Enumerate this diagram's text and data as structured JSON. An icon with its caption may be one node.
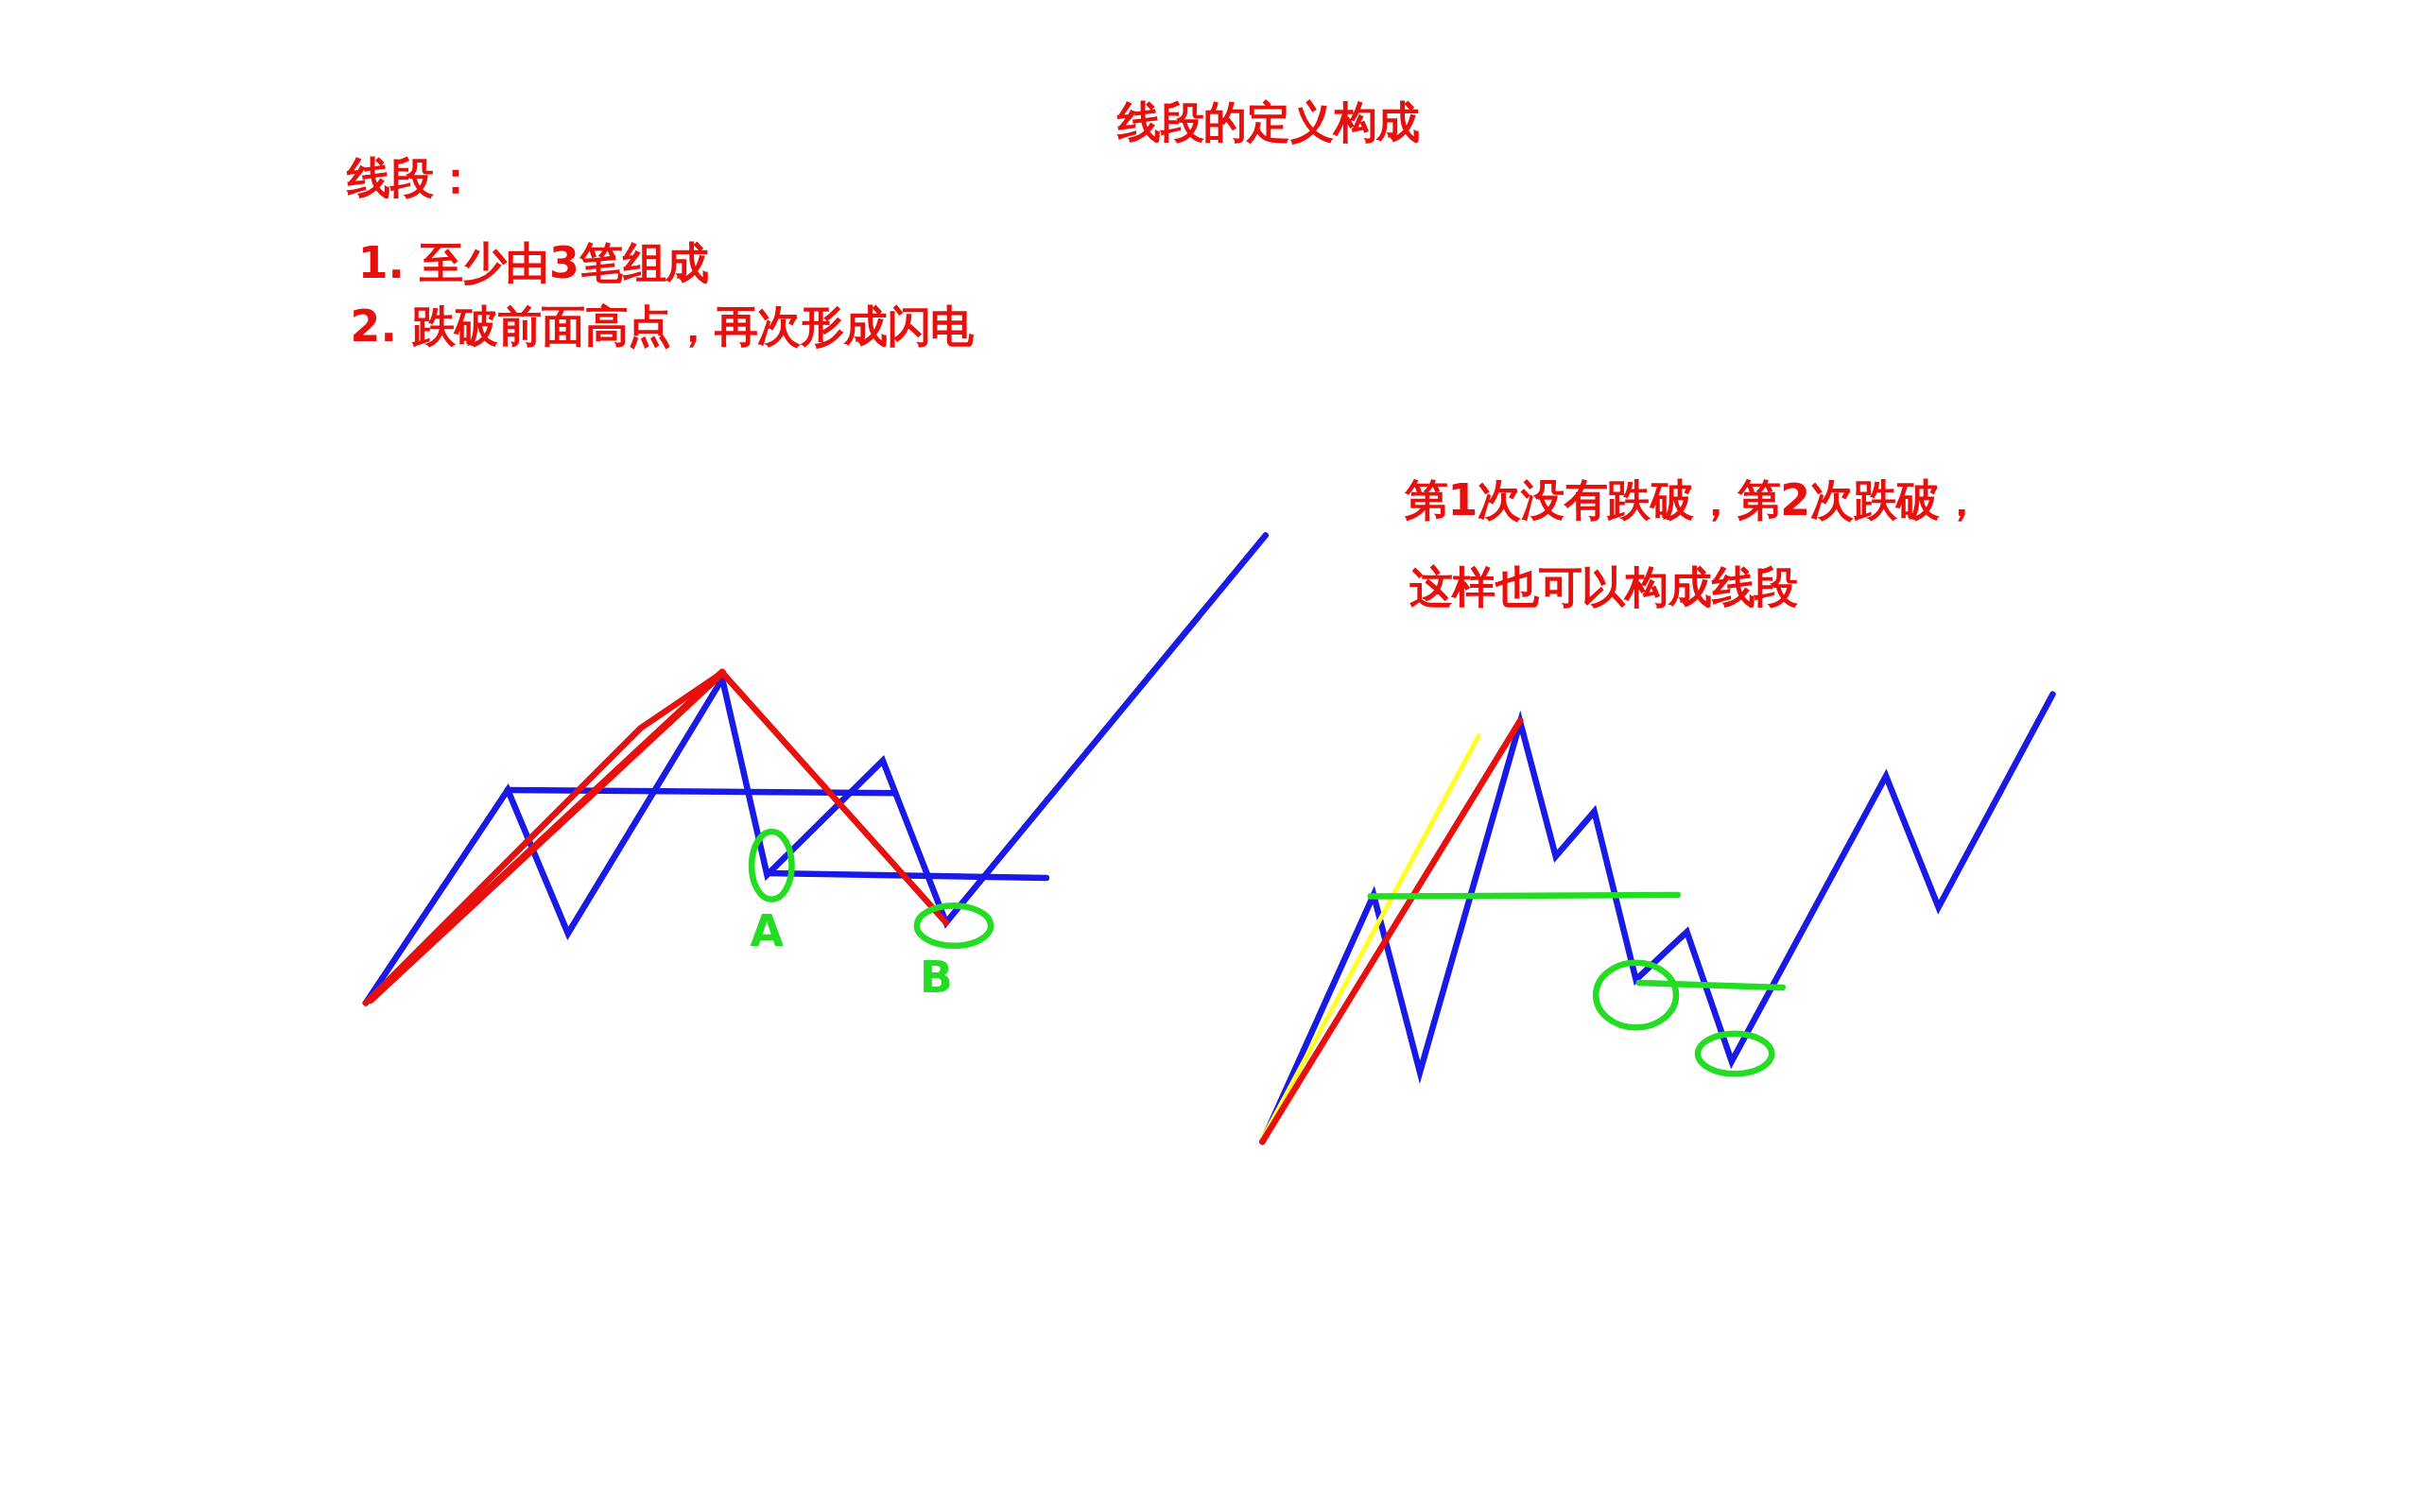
{
  "diagram": {
    "title": "线段的定义构成",
    "labels": [
      "线段：",
      "1. 至少由3笔组成",
      "2. 跌破前面高点，再次形成闪电",
      "第1次没有跌破，第2次跌破，",
      "这样也可以构成线段",
      "A",
      "B"
    ]
  }
}
